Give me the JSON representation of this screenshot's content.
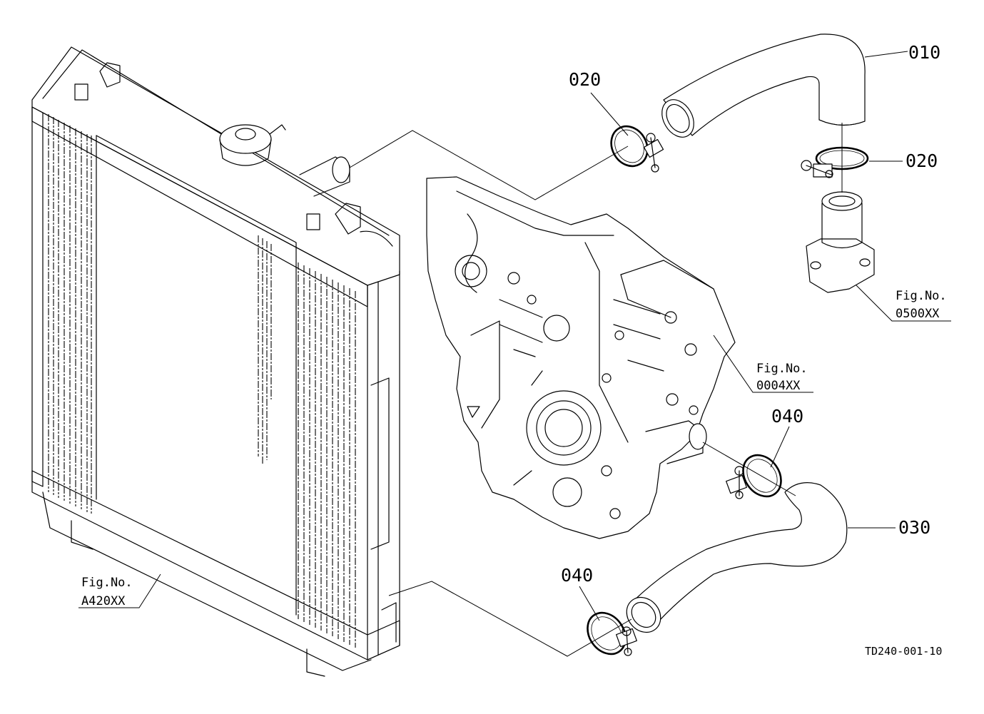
{
  "parts": [
    {
      "id": "p010",
      "label": "010"
    },
    {
      "id": "p020a",
      "label": "020"
    },
    {
      "id": "p020b",
      "label": "020"
    },
    {
      "id": "p030",
      "label": "030"
    },
    {
      "id": "p040a",
      "label": "040"
    },
    {
      "id": "p040b",
      "label": "040"
    }
  ],
  "references": [
    {
      "id": "thermostat",
      "line1": "Fig.No.",
      "line2": "0500XX"
    },
    {
      "id": "gearcase",
      "line1": "Fig.No.",
      "line2": "0004XX"
    },
    {
      "id": "radiator",
      "line1": "Fig.No.",
      "line2": "A420XX"
    }
  ],
  "drawing_code": "TD240-001-10"
}
